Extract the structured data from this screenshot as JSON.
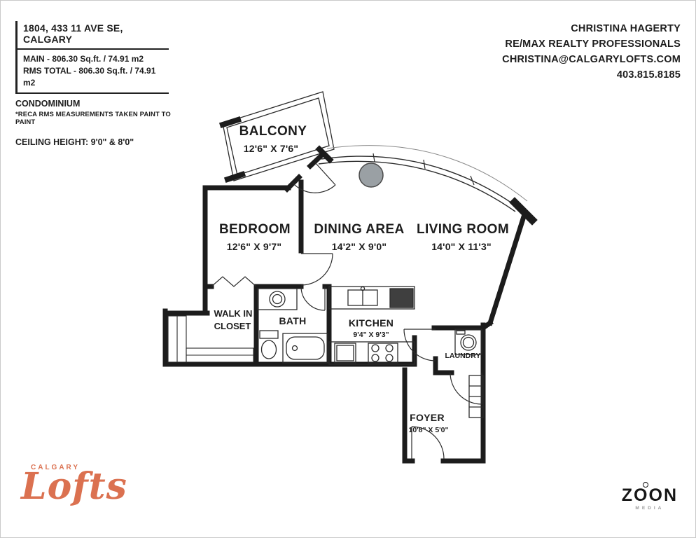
{
  "listing": {
    "address": "1804, 433 11 AVE SE, CALGARY",
    "main_area": "MAIN - 806.30 Sq.ft. / 74.91 m2",
    "rms_total": "RMS TOTAL - 806.30 Sq.ft. / 74.91 m2",
    "property_type": "CONDOMINIUM",
    "disclaimer": "*RECA RMS MEASUREMENTS TAKEN PAINT TO PAINT",
    "ceiling_height": "CEILING HEIGHT: 9'0\" & 8'0\""
  },
  "agent": {
    "name": "CHRISTINA HAGERTY",
    "company": "RE/MAX REALTY PROFESSIONALS",
    "email": "CHRISTINA@CALGARYLOFTS.COM",
    "phone": "403.815.8185"
  },
  "rooms": {
    "balcony": {
      "name": "BALCONY",
      "dims": "12'6\" X 7'6\""
    },
    "bedroom": {
      "name": "BEDROOM",
      "dims": "12'6\" X 9'7\""
    },
    "dining": {
      "name": "DINING AREA",
      "dims": "14'2\" X 9'0\""
    },
    "living": {
      "name": "LIVING ROOM",
      "dims": "14'0\" X 11'3\""
    },
    "walk_in_closet": {
      "line1": "WALK IN",
      "line2": "CLOSET"
    },
    "bath": {
      "name": "BATH"
    },
    "kitchen": {
      "name": "KITCHEN",
      "dims": "9'4\" X 9'3\""
    },
    "laundry": {
      "name": "LAUNDRY"
    },
    "foyer": {
      "name": "FOYER",
      "dims": "10'8\" X 5'0\""
    }
  },
  "logos": {
    "calgary_lofts": {
      "top": "CALGARY",
      "main": "Lofts"
    },
    "zoon": {
      "main": "ZOON",
      "sub": "MEDIA"
    }
  },
  "colors": {
    "wall": "#1c1c1c",
    "logo_orange": "#DB7150",
    "column_gray": "#9aa0a4"
  }
}
